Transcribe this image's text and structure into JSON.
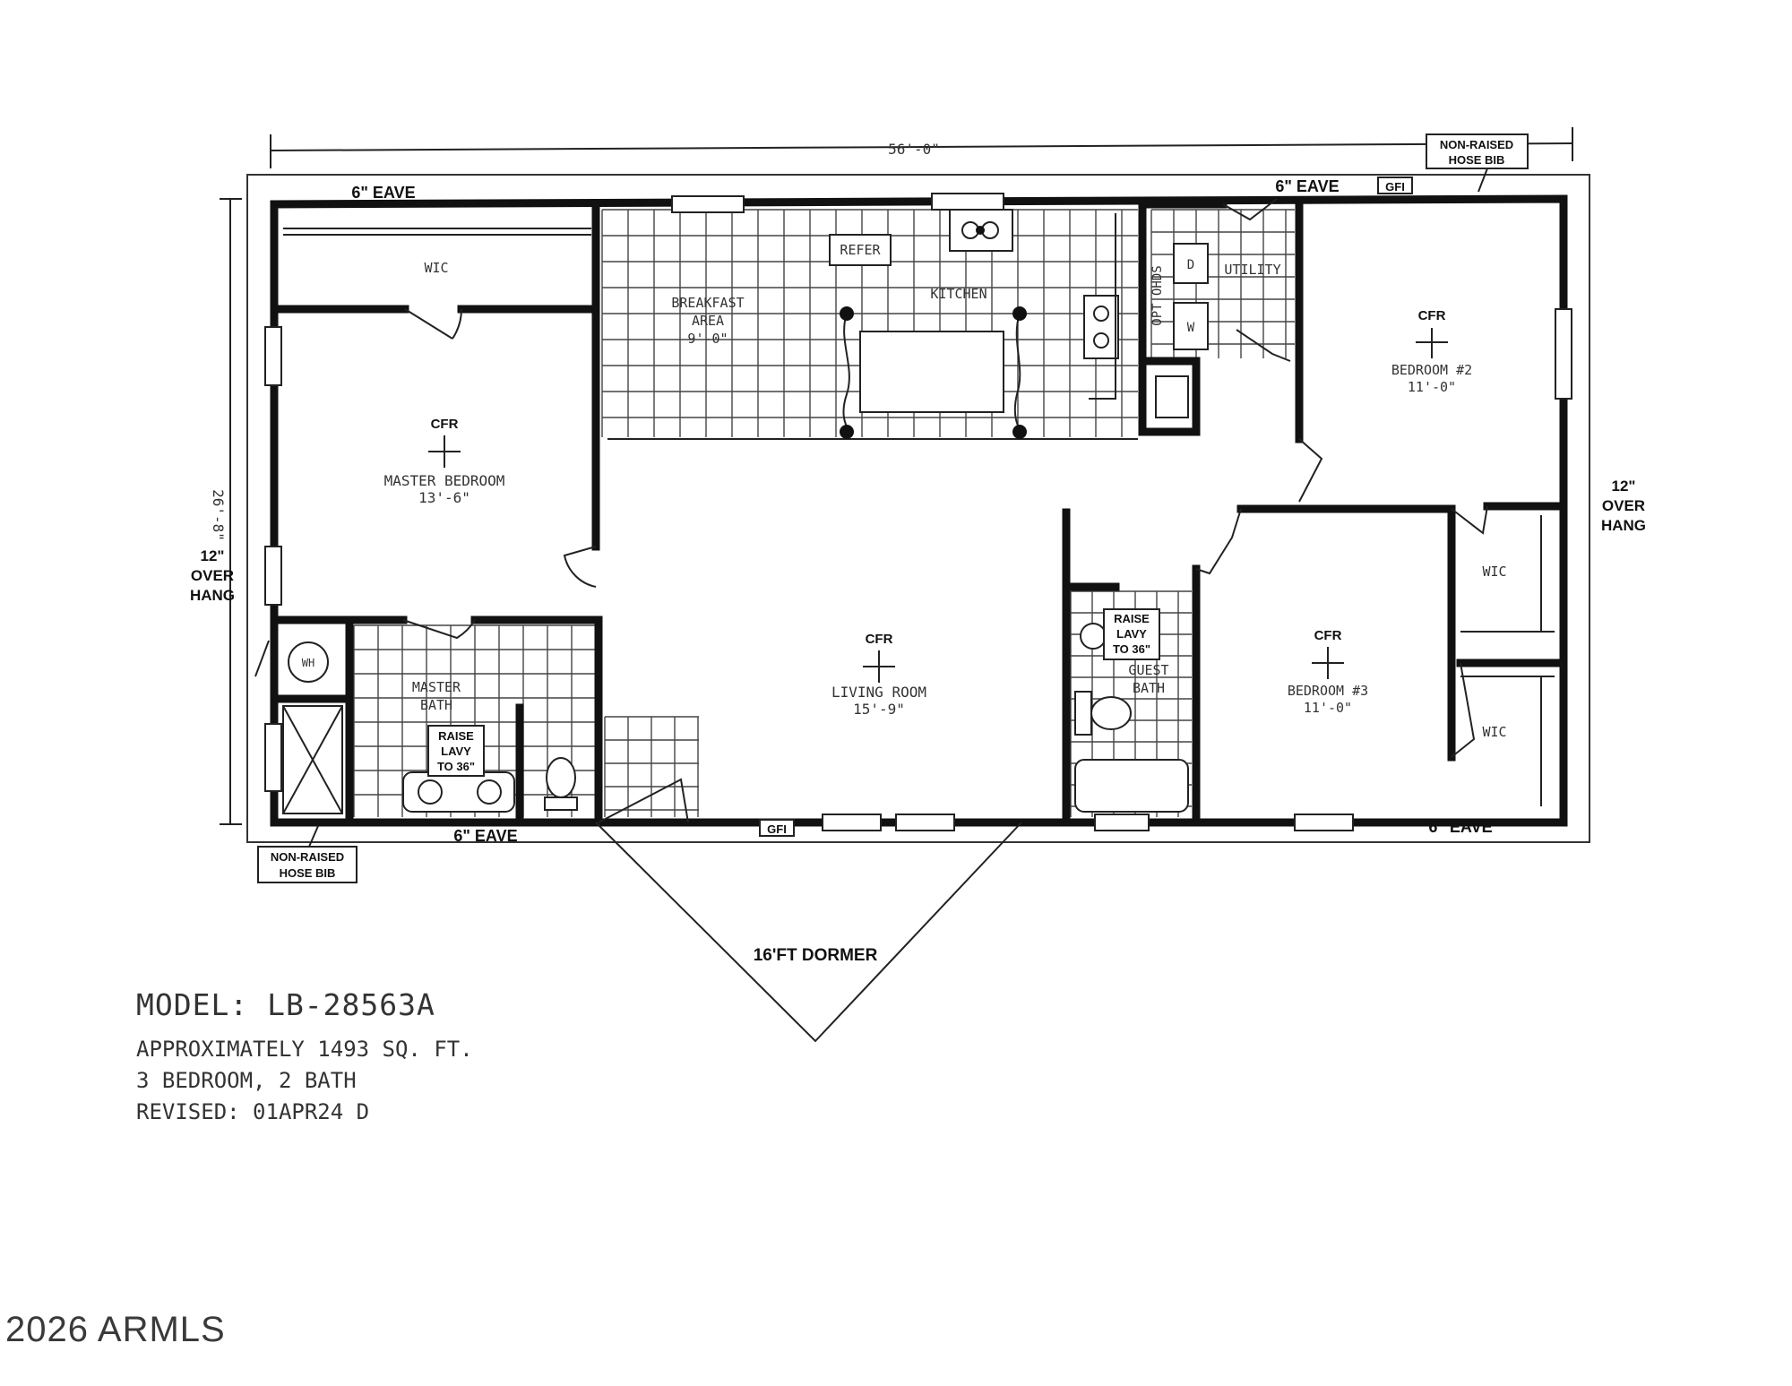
{
  "plan": {
    "dimension_top": "56'-0\"",
    "dimension_side": "26'-8\"",
    "eave_top_left": "6\" EAVE",
    "eave_top_right": "6\" EAVE",
    "eave_bottom_left": "6\" EAVE",
    "eave_bottom_right": "6\" EAVE",
    "overhang_left": [
      "12\"",
      "OVER",
      "HANG"
    ],
    "overhang_right": [
      "12\"",
      "OVER",
      "HANG"
    ],
    "hose_bib_top": [
      "NON-RAISED",
      "HOSE BIB"
    ],
    "hose_bib_bottom": [
      "NON-RAISED",
      "HOSE BIB"
    ],
    "gfi_top": "GFI",
    "gfi_bottom": "GFI",
    "dormer": "16'FT DORMER",
    "cfr": "CFR",
    "rooms": {
      "wic_master": "WIC",
      "master_bedroom": [
        "MASTER BEDROOM",
        "13'-6\""
      ],
      "breakfast": [
        "BREAKFAST",
        "AREA",
        "9'-0\""
      ],
      "refer": "REFER",
      "kitchen": "KITCHEN",
      "utility": "UTILITY",
      "opt_ohds": "OPT OHDS",
      "dryer": "D",
      "washer": "W",
      "water_heater": "WH",
      "bedroom2": [
        "BEDROOM #2",
        "11'-0\""
      ],
      "living_room": [
        "LIVING ROOM",
        "15'-9\""
      ],
      "master_bath": [
        "MASTER",
        "BATH"
      ],
      "raise_lavy_master": [
        "RAISE",
        "LAVY",
        "TO 36\""
      ],
      "raise_lavy_guest": [
        "RAISE",
        "LAVY",
        "TO 36\""
      ],
      "guest_bath": [
        "GUEST",
        "BATH"
      ],
      "bedroom3": [
        "BEDROOM #3",
        "11'-0\""
      ],
      "wic_bed3_top": "WIC",
      "wic_bed3_bottom": "WIC"
    }
  },
  "info": {
    "model": "MODEL: LB-28563A",
    "sqft": "APPROXIMATELY 1493 SQ. FT.",
    "beds": "3 BEDROOM, 2 BATH",
    "revised": "REVISED: 01APR24 D"
  },
  "watermark": "2026 ARMLS"
}
